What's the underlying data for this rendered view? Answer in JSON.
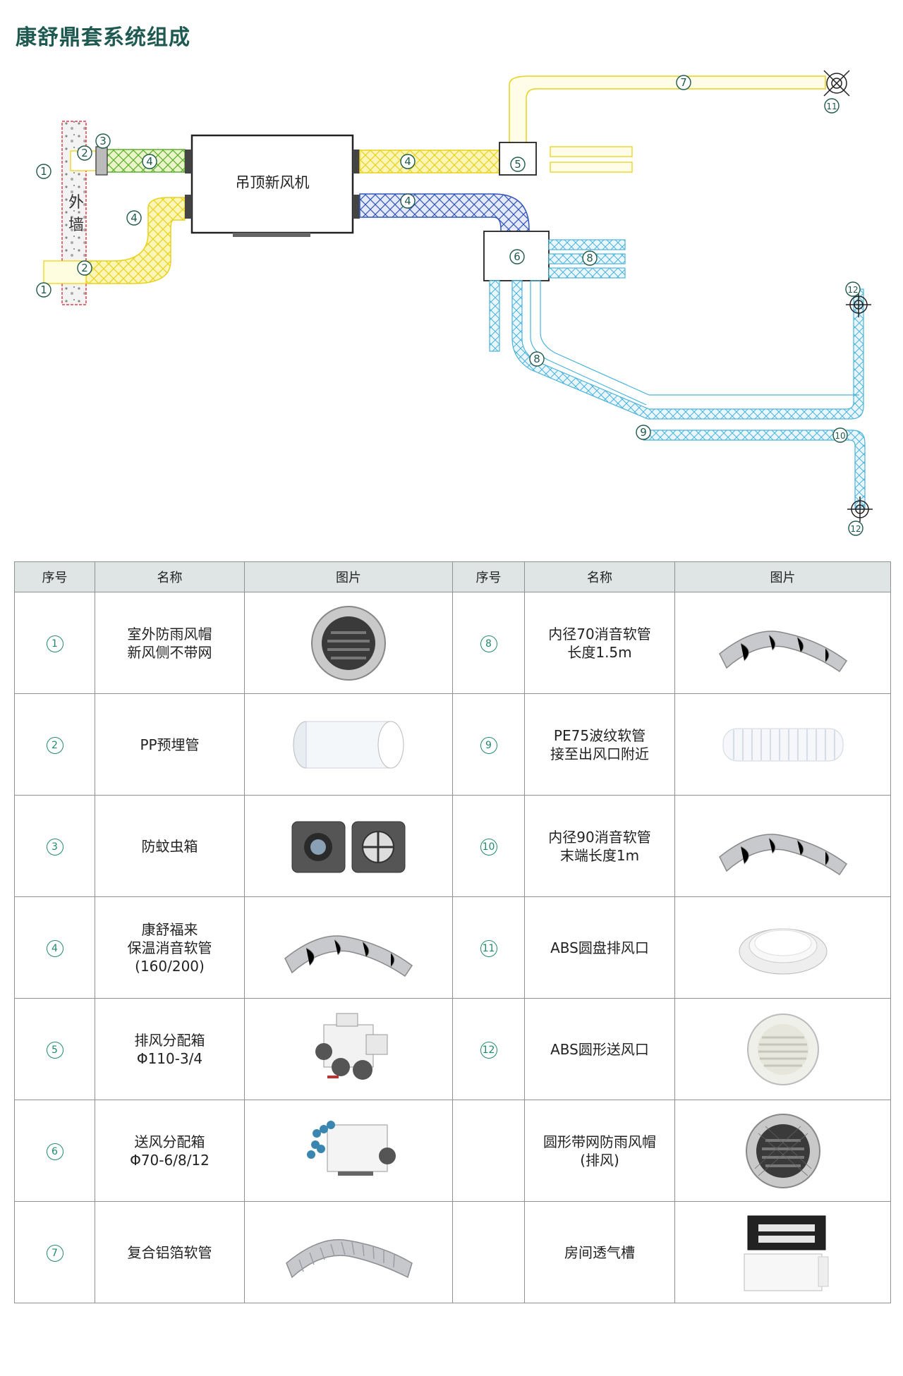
{
  "title": "康舒鼎套系统组成",
  "diagram": {
    "unit_label": "吊顶新风机",
    "wall_label_1": "外",
    "wall_label_2": "墙",
    "markers": [
      "1",
      "1",
      "2",
      "2",
      "3",
      "4",
      "4",
      "4",
      "4",
      "5",
      "6",
      "7",
      "8",
      "8",
      "9",
      "10",
      "11",
      "12",
      "12"
    ]
  },
  "table": {
    "headers": [
      "序号",
      "名称",
      "图片",
      "序号",
      "名称",
      "图片"
    ],
    "rows": [
      {
        "left_num": "1",
        "left_name": "室外防雨风帽\n新风侧不带网",
        "left_icon": "rain-hood-icon",
        "right_num": "8",
        "right_name": "内径70消音软管\n长度1.5m",
        "right_icon": "insulated-duct-icon"
      },
      {
        "left_num": "2",
        "left_name": "PP预埋管",
        "left_icon": "pp-pipe-icon",
        "right_num": "9",
        "right_name": "PE75波纹软管\n接至出风口附近",
        "right_icon": "corrugated-hose-icon"
      },
      {
        "left_num": "3",
        "left_name": "防蚊虫箱",
        "left_icon": "insect-box-icon",
        "right_num": "10",
        "right_name": "内径90消音软管\n末端长度1m",
        "right_icon": "insulated-duct-icon"
      },
      {
        "left_num": "4",
        "left_name": "康舒福来\n保温消音软管\n(160/200)",
        "left_icon": "insulated-duct-icon",
        "right_num": "11",
        "right_name": "ABS圆盘排风口",
        "right_icon": "abs-disc-vent-icon"
      },
      {
        "left_num": "5",
        "left_name": "排风分配箱\nΦ110-3/4",
        "left_icon": "exhaust-box-icon",
        "right_num": "12",
        "right_name": "ABS圆形送风口",
        "right_icon": "abs-round-vent-icon"
      },
      {
        "left_num": "6",
        "left_name": "送风分配箱\nΦ70-6/8/12",
        "left_icon": "supply-box-icon",
        "right_num": "",
        "right_name": "圆形带网防雨风帽\n(排风)",
        "right_icon": "rain-hood-mesh-icon"
      },
      {
        "left_num": "7",
        "left_name": "复合铝箔软管",
        "left_icon": "foil-duct-icon",
        "right_num": "",
        "right_name": "房间透气槽",
        "right_icon": "vent-slot-icon"
      }
    ]
  }
}
